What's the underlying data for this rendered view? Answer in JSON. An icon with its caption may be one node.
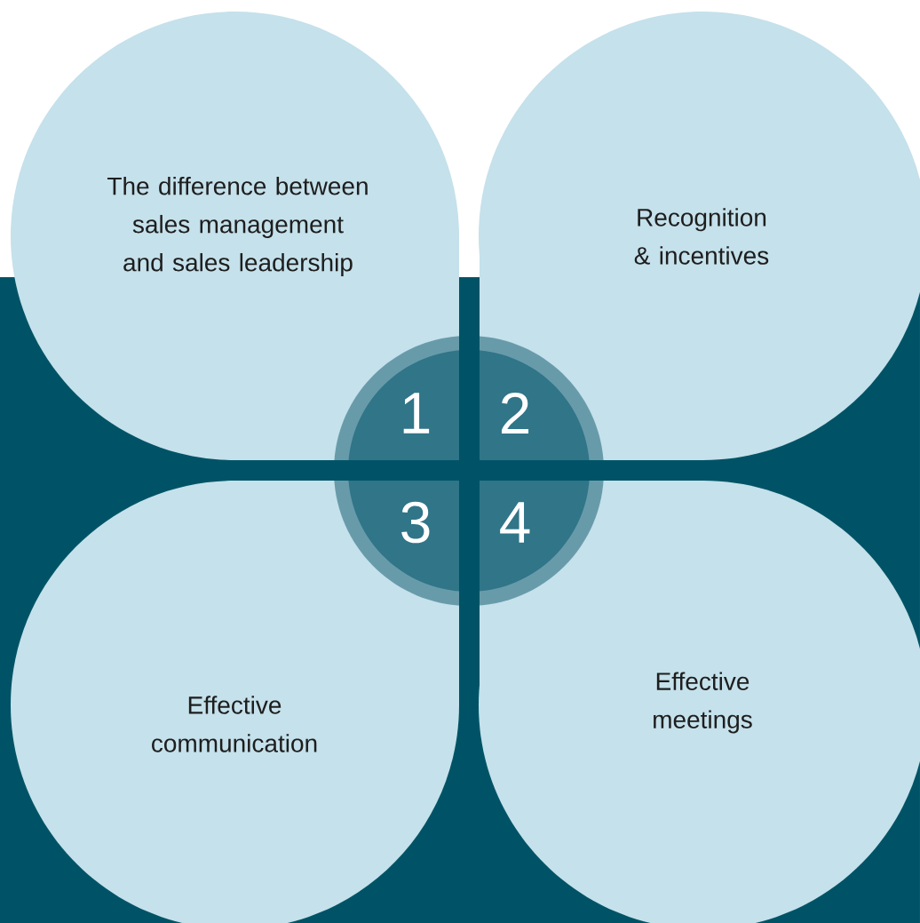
{
  "diagram": {
    "nodes": [
      {
        "text": [
          "The difference between sales management and sales leadership"
        ]
      },
      {
        "text": [
          "Recognition & incentives"
        ]
      },
      {
        "text": [
          "Effective communication"
        ]
      },
      {
        "text": [
          "Effective meetings"
        ]
      },
      {
        "text": [
          "1",
          "2",
          "3",
          "4"
        ]
      }
    ]
  }
}
